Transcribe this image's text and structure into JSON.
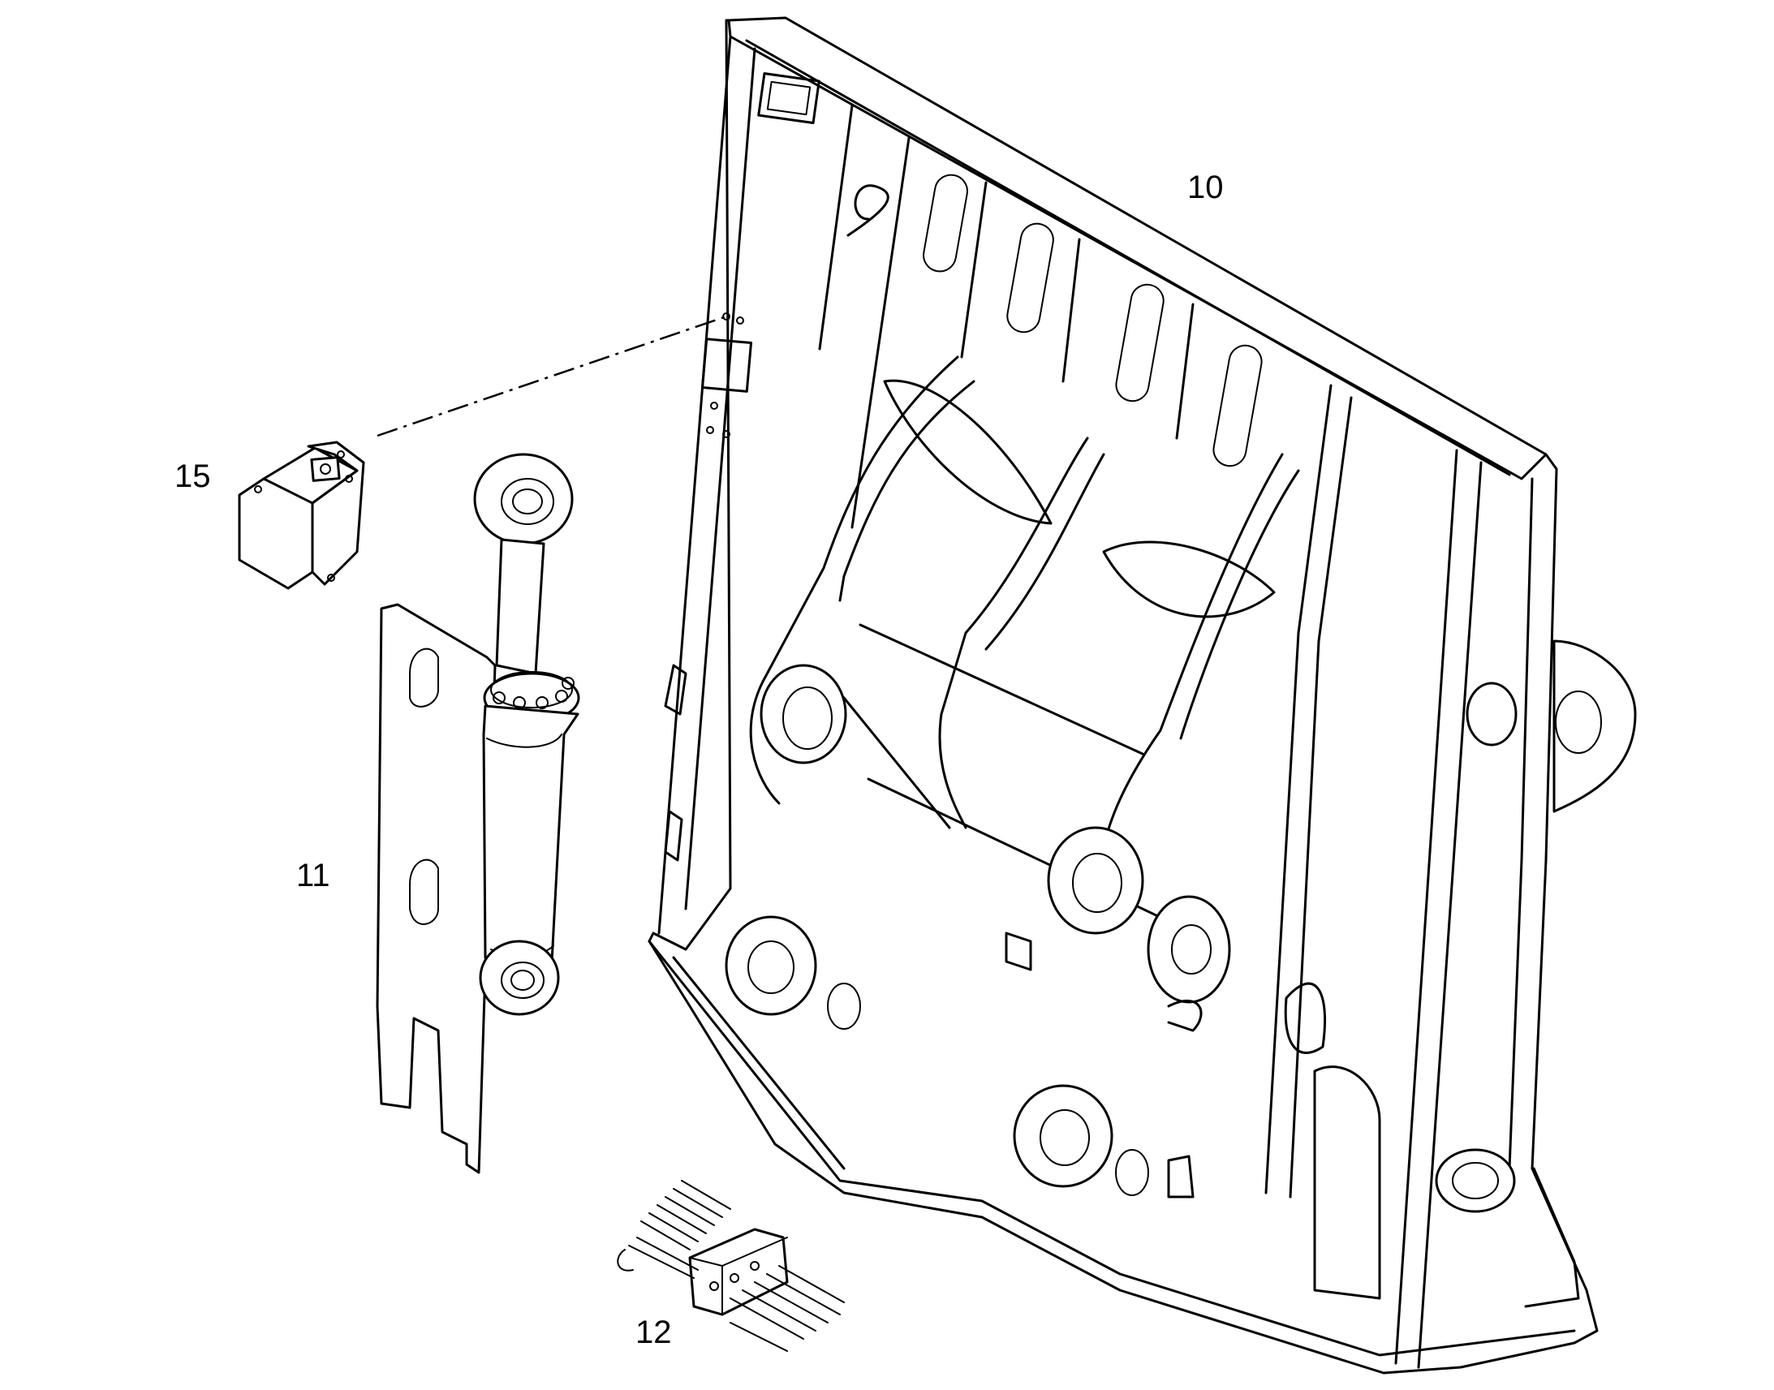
{
  "callouts": {
    "frame": "10",
    "cylinder": "11",
    "valve_block": "12",
    "junction_box": "15"
  }
}
